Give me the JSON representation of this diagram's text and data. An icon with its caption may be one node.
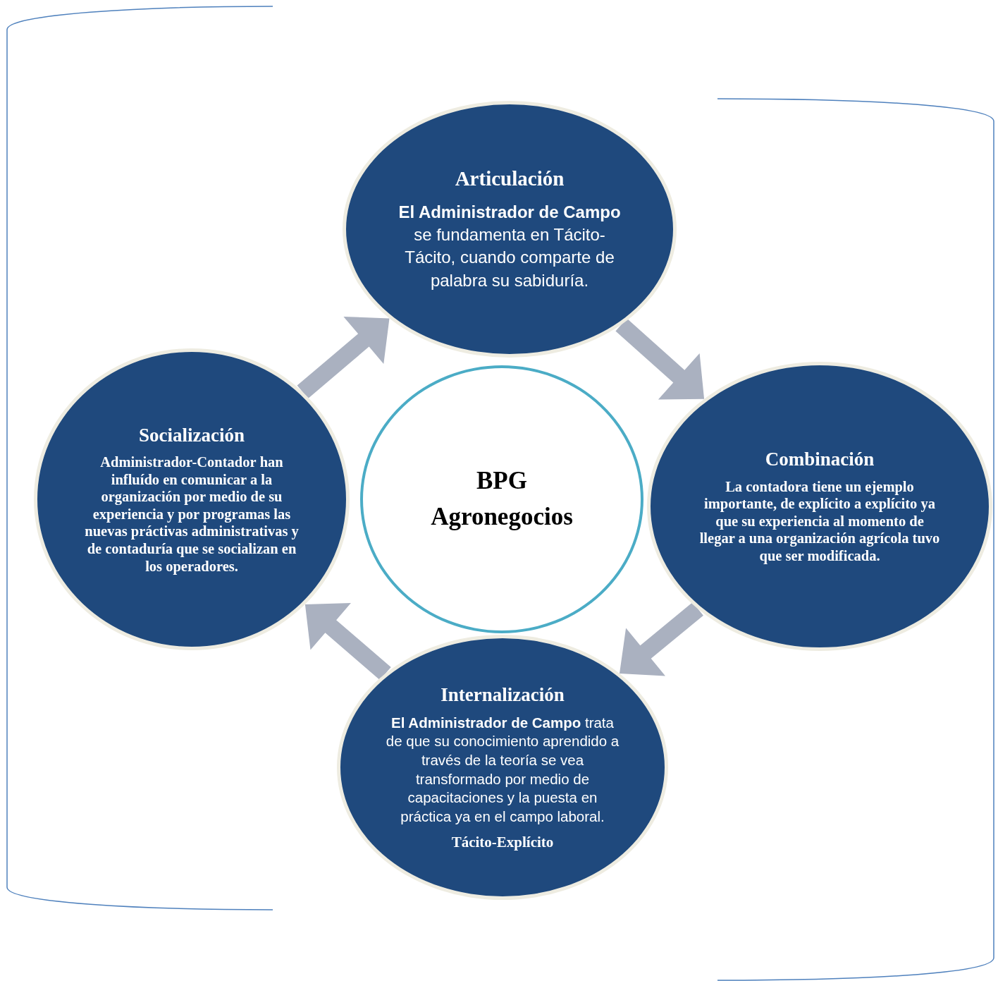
{
  "diagram": {
    "nodes": [
      {
        "text": [
          "Articulación",
          "**El Administrador de Campo** se fundamenta en Tácito-Tácito, cuando comparte de palabra su sabiduría."
        ]
      },
      {
        "text": [
          "Socialización",
          "**Administrador-Contador** han influído en comunicar a la organización por medio de su experiencia y por programas las nuevas práctivas administrativas y de contaduría que se socializan en los **operadores.**"
        ]
      },
      {
        "text": [
          "BPG Agronegocios"
        ]
      },
      {
        "text": [
          "Combinación",
          "**La contadora** tiene un ejemplo importante, de explícito a explícito ya que su experiencia al momento de llegar a una organización agrícola tuvo que ser modificada."
        ]
      },
      {
        "text": [
          "Internalización",
          "**El Administrador de Campo** trata de que su conocimiento aprendido a través de la teoría se vea transformado por medio de capacitaciones y la puesta en práctica ya en el campo laboral.",
          "Tácito-Explícito"
        ]
      }
    ],
    "edges": [
      {
        "from": 1,
        "to": 0,
        "arrow": "to",
        "style": "thick"
      },
      {
        "from": 0,
        "to": 3,
        "arrow": "to",
        "style": "thick"
      },
      {
        "from": 3,
        "to": 4,
        "arrow": "to",
        "style": "thick"
      },
      {
        "from": 4,
        "to": 1,
        "arrow": "to",
        "style": "thick"
      }
    ]
  }
}
